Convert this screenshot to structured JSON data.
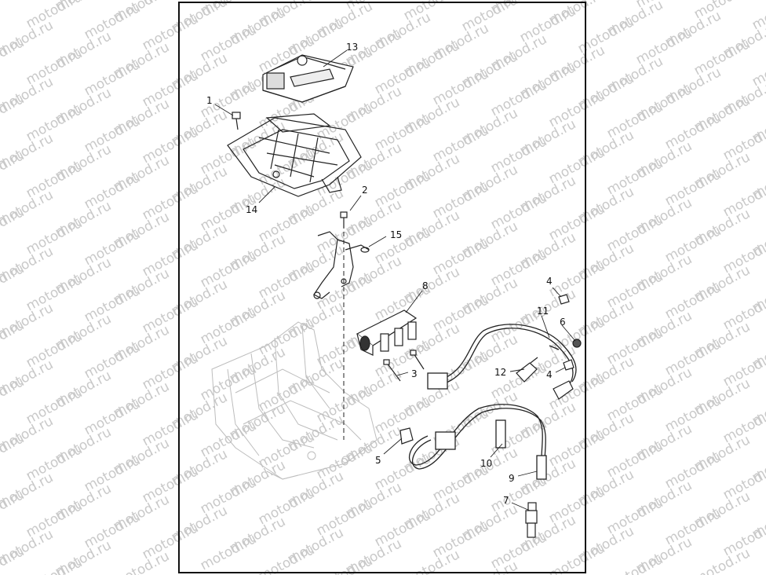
{
  "watermark": {
    "text": "motod.ru",
    "color": "#c9c9c9"
  },
  "callouts": [
    {
      "id": "callout-1",
      "text": "1"
    },
    {
      "id": "callout-2",
      "text": "2"
    },
    {
      "id": "callout-3",
      "text": "3"
    },
    {
      "id": "callout-4a",
      "text": "4"
    },
    {
      "id": "callout-4b",
      "text": "4"
    },
    {
      "id": "callout-5",
      "text": "5"
    },
    {
      "id": "callout-6",
      "text": "6"
    },
    {
      "id": "callout-7",
      "text": "7"
    },
    {
      "id": "callout-8",
      "text": "8"
    },
    {
      "id": "callout-9",
      "text": "9"
    },
    {
      "id": "callout-10",
      "text": "10"
    },
    {
      "id": "callout-11",
      "text": "11"
    },
    {
      "id": "callout-12",
      "text": "12"
    },
    {
      "id": "callout-13",
      "text": "13"
    },
    {
      "id": "callout-14",
      "text": "14"
    },
    {
      "id": "callout-15",
      "text": "15"
    }
  ]
}
